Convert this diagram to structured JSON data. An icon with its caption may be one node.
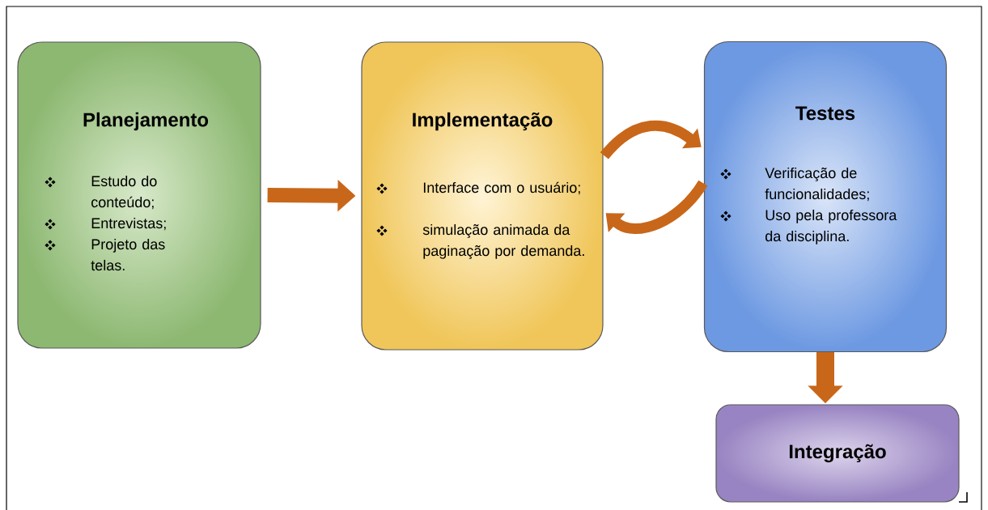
{
  "diagram": {
    "nodes": [
      {
        "text": [
          "Planejamento",
          "Estudo do conteúdo;",
          "Entrevistas;",
          "Projeto das telas."
        ]
      },
      {
        "text": [
          "Implementação",
          "Interface com o usuário;",
          "simulação animada da paginação por demanda."
        ]
      },
      {
        "text": [
          "Testes",
          "Verificação de funcionalidades;",
          "Uso pela professora da disciplina."
        ]
      },
      {
        "text": [
          "Integração"
        ]
      }
    ],
    "edges": [
      {
        "from": 0,
        "to": 1,
        "arrow": "to"
      },
      {
        "from": 1,
        "to": 2,
        "arrow": "to"
      },
      {
        "from": 2,
        "to": 1,
        "arrow": "to"
      },
      {
        "from": 2,
        "to": 3,
        "arrow": "to"
      }
    ]
  }
}
